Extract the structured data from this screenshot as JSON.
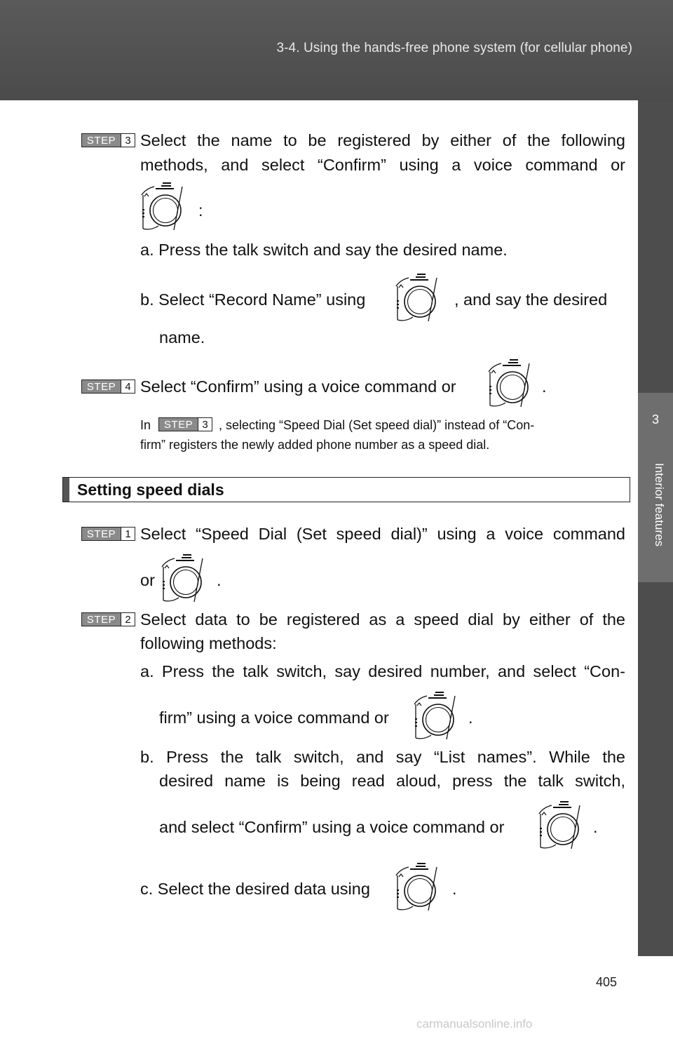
{
  "header": {
    "title": "3-4. Using the hands-free phone system (for cellular phone)"
  },
  "side_tab": {
    "chapter": "3",
    "label": "Interior features"
  },
  "page_number": "405",
  "watermark": "carmanualsonline.info",
  "step_word": "STEP",
  "icons": {
    "knob": "tune-scroll-knob-icon"
  },
  "steps": {
    "s3": {
      "num": "3",
      "line1": "Select the name to be registered by either of the following",
      "line2": "methods, and select “Confirm” using a voice command or",
      "line3_after": ":",
      "a": "a. Press the talk switch and say the desired name.",
      "b_before": "b. Select “Record Name” using",
      "b_after": ", and say the desired",
      "b_cont": "name."
    },
    "s4": {
      "num": "4",
      "text": "Select “Confirm” using a voice command or",
      "after": "."
    },
    "note": {
      "before": "In",
      "step_num": "3",
      "after": ", selecting “Speed Dial (Set speed dial)” instead of “Con-",
      "line2": "firm” registers the newly added phone number as a speed dial."
    },
    "section_title": "Setting speed dials",
    "s1": {
      "num": "1",
      "line1": "Select “Speed Dial (Set speed dial)” using a voice command",
      "line2_before": "or",
      "line2_after": "."
    },
    "s2": {
      "num": "2",
      "line1": "Select data to be registered as a speed dial by either of the",
      "line2": "following methods:",
      "a1": "a. Press the talk switch, say desired number, and select “Con-",
      "a2_before": "firm” using a voice command or",
      "a2_after": ".",
      "b1": "b. Press the talk switch, and say “List names”. While the",
      "b2": "desired name is being read aloud, press the talk switch,",
      "b3_before": "and select “Confirm” using a voice command or",
      "b3_after": ".",
      "c_before": "c. Select the desired data using",
      "c_after": "."
    }
  }
}
